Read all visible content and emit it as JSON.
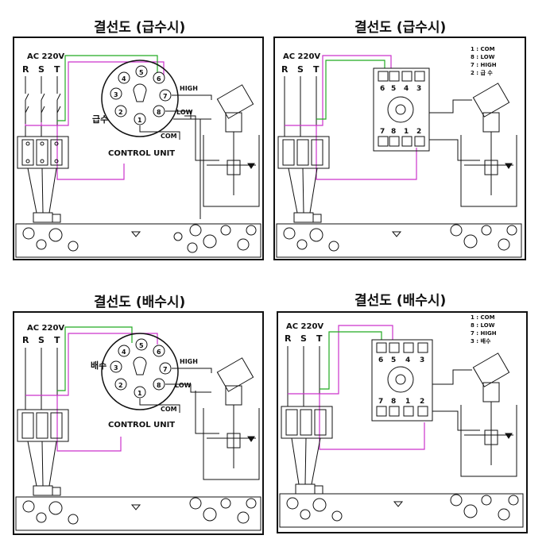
{
  "panels": [
    {
      "title": "결선도 (급수시)",
      "supply_label": "AC 220V",
      "phases": [
        "R",
        "S",
        "T"
      ],
      "unit_label": "CONTROL UNIT",
      "pump_label": "급수",
      "pin_labels": [
        "1",
        "2",
        "3",
        "4",
        "5",
        "6",
        "7",
        "8"
      ],
      "probe_labels": [
        "HIGH",
        "LOW",
        "COM"
      ]
    },
    {
      "title": "결선도 (급수시)",
      "supply_label": "AC 220V",
      "phases": [
        "R",
        "S",
        "T"
      ],
      "terminals_top": [
        "6",
        "5",
        "4",
        "3"
      ],
      "terminals_bottom": [
        "7",
        "8",
        "1",
        "2"
      ],
      "legend": [
        "1 : COM",
        "8 : LOW",
        "7 : HIGH",
        "2 : 급 수"
      ]
    },
    {
      "title": "결선도 (배수시)",
      "supply_label": "AC 220V",
      "phases": [
        "R",
        "S",
        "T"
      ],
      "unit_label": "CONTROL UNIT",
      "pump_label": "배수",
      "pin_labels": [
        "1",
        "2",
        "3",
        "4",
        "5",
        "6",
        "7",
        "8"
      ],
      "probe_labels": [
        "HIGH",
        "LOW",
        "COM"
      ]
    },
    {
      "title": "결선도 (배수시)",
      "supply_label": "AC 220V",
      "phases": [
        "R",
        "S",
        "T"
      ],
      "terminals_top": [
        "6",
        "5",
        "4",
        "3"
      ],
      "terminals_bottom": [
        "7",
        "8",
        "1",
        "2"
      ],
      "legend": [
        "1 : COM",
        "8 : LOW",
        "7 : HIGH",
        "3 : 배수"
      ]
    }
  ],
  "colors": {
    "line": "#111111",
    "magenta": "#cc33cc",
    "green": "#22aa22"
  }
}
